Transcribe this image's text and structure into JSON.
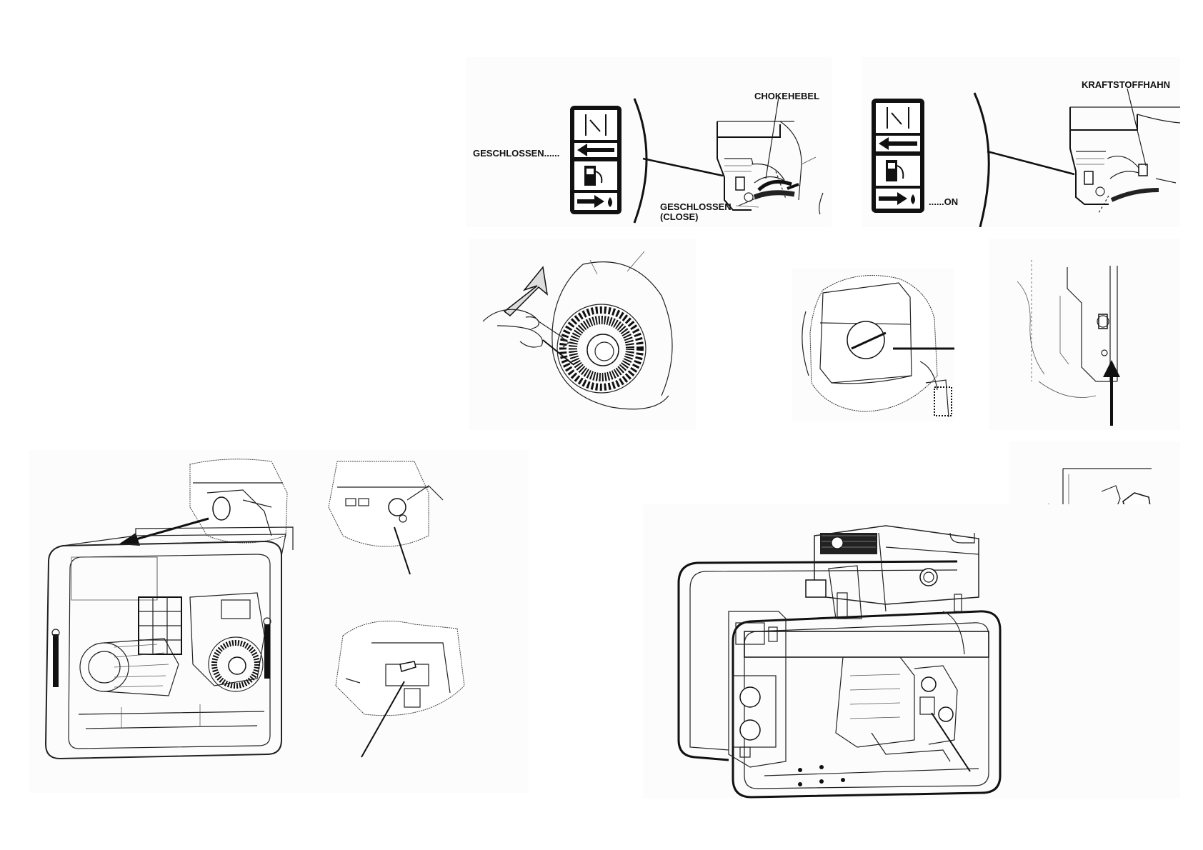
{
  "labels": {
    "choke_lever": "CHOKEHEBEL",
    "closed_left": "GESCHLOSSEN......",
    "closed_bottom": "GESCHLOSSEN",
    "close_en": "(CLOSE)",
    "fuel_valve": "KRAFTSTOFFHAHN",
    "on": "......ON"
  },
  "icons": {
    "choke_decal": "choke-closed-decal-icon",
    "fuel_decal": "fuel-on-decal-icon"
  },
  "colors": {
    "ink": "#111111",
    "panel_bg": "#fdfcfd"
  }
}
